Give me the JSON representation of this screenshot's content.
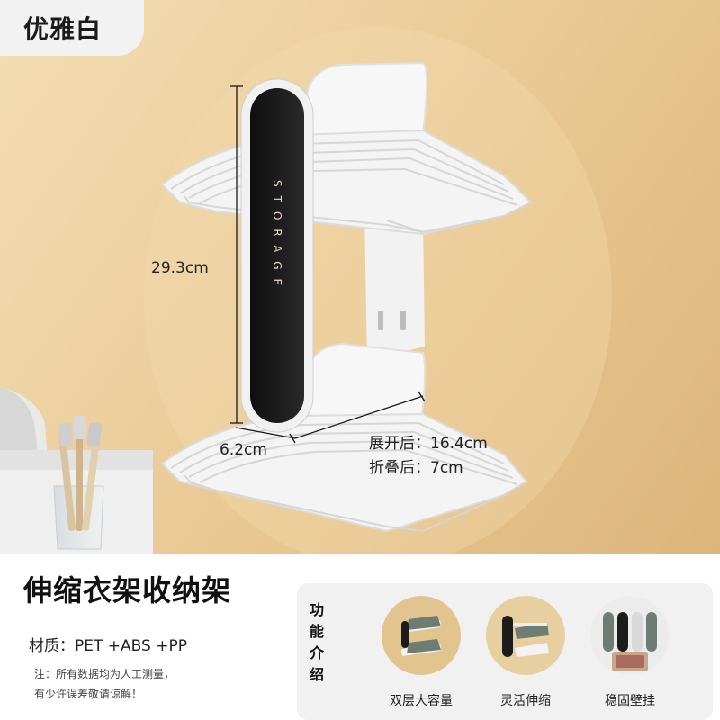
{
  "badge": {
    "label": "优雅白"
  },
  "product": {
    "brand_text": "STORAGE"
  },
  "dimensions": {
    "height": "29.3cm",
    "width": "6.2cm",
    "expanded": "展开后：16.4cm",
    "folded": "折叠后：7cm"
  },
  "info": {
    "title": "伸缩衣架收纳架",
    "material": "材质：PET +ABS +PP",
    "note_line1": "注：所有数据均为人工测量，",
    "note_line2": "有少许误差敬请谅解！"
  },
  "features": {
    "label": [
      "功",
      "能",
      "介",
      "绍"
    ],
    "items": [
      {
        "caption": "双层大容量",
        "icon": "double-layer-icon"
      },
      {
        "caption": "灵活伸缩",
        "icon": "flexible-telescopic-icon"
      },
      {
        "caption": "稳固壁挂",
        "icon": "wall-mount-icon"
      }
    ]
  },
  "colors": {
    "wall": "#e8c994",
    "panel": "#1a1a1a",
    "hanger": "#f3f3f3",
    "background": "#ffffff"
  }
}
